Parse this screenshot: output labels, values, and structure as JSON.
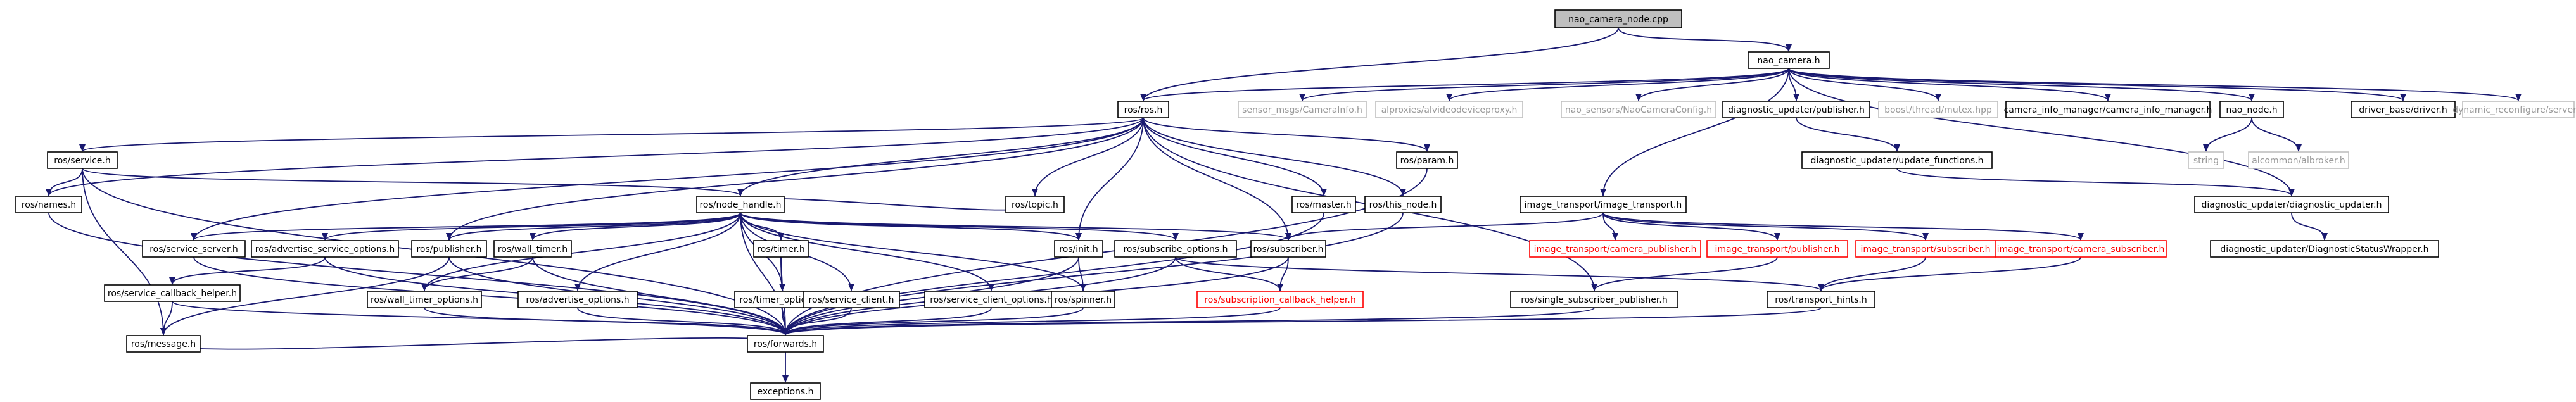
{
  "colors": {
    "edge": "#191970",
    "border_default": "#000000",
    "border_missing": "#bfbfbf",
    "border_truncated": "#ff0000",
    "fill_root": "#bfbfbf",
    "fill_default": "#ffffff",
    "text_default": "#000000",
    "text_missing": "#999999"
  },
  "graph": {
    "nodes": [
      {
        "id": "nao_camera_node_cpp",
        "label": "nao_camera_node.cpp",
        "kind": "root"
      },
      {
        "id": "nao_camera_h",
        "label": "nao_camera.h",
        "kind": "normal"
      },
      {
        "id": "ros_ros_h",
        "label": "ros/ros.h",
        "kind": "normal"
      },
      {
        "id": "sensor_msgs_camerainfo_h",
        "label": "sensor_msgs/CameraInfo.h",
        "kind": "missing"
      },
      {
        "id": "alproxies_alvideodeviceproxy_h",
        "label": "alproxies/alvideodeviceproxy.h",
        "kind": "missing"
      },
      {
        "id": "nao_sensors_naocameraconfig_h",
        "label": "nao_sensors/NaoCameraConfig.h",
        "kind": "missing"
      },
      {
        "id": "diag_updater_publisher_h",
        "label": "diagnostic_updater/publisher.h",
        "kind": "normal"
      },
      {
        "id": "boost_thread_mutex_hpp",
        "label": "boost/thread/mutex.hpp",
        "kind": "missing"
      },
      {
        "id": "camera_info_manager_h",
        "label": "camera_info_manager/camera_info_manager.h",
        "kind": "normal"
      },
      {
        "id": "nao_node_h",
        "label": "nao_node.h",
        "kind": "normal"
      },
      {
        "id": "driver_base_driver_h",
        "label": "driver_base/driver.h",
        "kind": "normal"
      },
      {
        "id": "dynamic_reconfigure_server_h",
        "label": "dynamic_reconfigure/server.h",
        "kind": "missing"
      },
      {
        "id": "ros_service_h",
        "label": "ros/service.h",
        "kind": "normal"
      },
      {
        "id": "ros_names_h",
        "label": "ros/names.h",
        "kind": "normal"
      },
      {
        "id": "ros_topic_h",
        "label": "ros/topic.h",
        "kind": "normal"
      },
      {
        "id": "ros_param_h",
        "label": "ros/param.h",
        "kind": "normal"
      },
      {
        "id": "diag_updater_update_functions_h",
        "label": "diagnostic_updater/update_functions.h",
        "kind": "normal"
      },
      {
        "id": "string",
        "label": "string",
        "kind": "missing"
      },
      {
        "id": "alcommon_albroker_h",
        "label": "alcommon/albroker.h",
        "kind": "missing"
      },
      {
        "id": "ros_node_handle_h",
        "label": "ros/node_handle.h",
        "kind": "normal"
      },
      {
        "id": "ros_master_h",
        "label": "ros/master.h",
        "kind": "normal"
      },
      {
        "id": "ros_this_node_h",
        "label": "ros/this_node.h",
        "kind": "normal"
      },
      {
        "id": "image_transport_image_transport_h",
        "label": "image_transport/image_transport.h",
        "kind": "normal"
      },
      {
        "id": "diag_updater_diagnostic_updater_h",
        "label": "diagnostic_updater/diagnostic_updater.h",
        "kind": "normal"
      },
      {
        "id": "ros_service_server_h",
        "label": "ros/service_server.h",
        "kind": "normal"
      },
      {
        "id": "ros_advertise_service_options_h",
        "label": "ros/advertise_service_options.h",
        "kind": "normal"
      },
      {
        "id": "ros_publisher_h",
        "label": "ros/publisher.h",
        "kind": "normal"
      },
      {
        "id": "ros_wall_timer_h",
        "label": "ros/wall_timer.h",
        "kind": "normal"
      },
      {
        "id": "ros_timer_h",
        "label": "ros/timer.h",
        "kind": "normal"
      },
      {
        "id": "ros_init_h",
        "label": "ros/init.h",
        "kind": "normal"
      },
      {
        "id": "ros_subscribe_options_h",
        "label": "ros/subscribe_options.h",
        "kind": "normal"
      },
      {
        "id": "ros_subscriber_h",
        "label": "ros/subscriber.h",
        "kind": "normal"
      },
      {
        "id": "image_transport_camera_publisher_h",
        "label": "image_transport/camera_publisher.h",
        "kind": "truncated"
      },
      {
        "id": "image_transport_publisher_h",
        "label": "image_transport/publisher.h",
        "kind": "truncated"
      },
      {
        "id": "image_transport_subscriber_h",
        "label": "image_transport/subscriber.h",
        "kind": "truncated"
      },
      {
        "id": "image_transport_camera_subscriber_h",
        "label": "image_transport/camera_subscriber.h",
        "kind": "truncated"
      },
      {
        "id": "diag_updater_diagnosticstatuswrapper_h",
        "label": "diagnostic_updater/DiagnosticStatusWrapper.h",
        "kind": "normal"
      },
      {
        "id": "ros_service_callback_helper_h",
        "label": "ros/service_callback_helper.h",
        "kind": "normal"
      },
      {
        "id": "ros_wall_timer_options_h",
        "label": "ros/wall_timer_options.h",
        "kind": "normal"
      },
      {
        "id": "ros_advertise_options_h",
        "label": "ros/advertise_options.h",
        "kind": "normal"
      },
      {
        "id": "ros_timer_options_h",
        "label": "ros/timer_options.h",
        "kind": "normal"
      },
      {
        "id": "ros_service_client_h",
        "label": "ros/service_client.h",
        "kind": "normal"
      },
      {
        "id": "ros_service_client_options_h",
        "label": "ros/service_client_options.h",
        "kind": "normal"
      },
      {
        "id": "ros_spinner_h",
        "label": "ros/spinner.h",
        "kind": "normal"
      },
      {
        "id": "ros_subscription_callback_helper_h",
        "label": "ros/subscription_callback_helper.h",
        "kind": "truncated"
      },
      {
        "id": "ros_single_subscriber_publisher_h",
        "label": "ros/single_subscriber_publisher.h",
        "kind": "normal"
      },
      {
        "id": "ros_transport_hints_h",
        "label": "ros/transport_hints.h",
        "kind": "normal"
      },
      {
        "id": "ros_message_h",
        "label": "ros/message.h",
        "kind": "normal"
      },
      {
        "id": "ros_forwards_h",
        "label": "ros/forwards.h",
        "kind": "normal"
      },
      {
        "id": "exceptions_h",
        "label": "exceptions.h",
        "kind": "normal"
      }
    ],
    "edges": [
      [
        "nao_camera_node_cpp",
        "nao_camera_h"
      ],
      [
        "nao_camera_node_cpp",
        "ros_ros_h"
      ],
      [
        "nao_camera_h",
        "ros_ros_h"
      ],
      [
        "nao_camera_h",
        "sensor_msgs_camerainfo_h"
      ],
      [
        "nao_camera_h",
        "alproxies_alvideodeviceproxy_h"
      ],
      [
        "nao_camera_h",
        "nao_sensors_naocameraconfig_h"
      ],
      [
        "nao_camera_h",
        "diag_updater_publisher_h"
      ],
      [
        "nao_camera_h",
        "boost_thread_mutex_hpp"
      ],
      [
        "nao_camera_h",
        "camera_info_manager_h"
      ],
      [
        "nao_camera_h",
        "nao_node_h"
      ],
      [
        "nao_camera_h",
        "driver_base_driver_h"
      ],
      [
        "nao_camera_h",
        "dynamic_reconfigure_server_h"
      ],
      [
        "nao_camera_h",
        "image_transport_image_transport_h"
      ],
      [
        "nao_camera_h",
        "diag_updater_diagnostic_updater_h"
      ],
      [
        "ros_ros_h",
        "ros_service_h"
      ],
      [
        "ros_ros_h",
        "ros_names_h"
      ],
      [
        "ros_ros_h",
        "ros_topic_h"
      ],
      [
        "ros_ros_h",
        "ros_param_h"
      ],
      [
        "ros_ros_h",
        "ros_node_handle_h"
      ],
      [
        "ros_ros_h",
        "ros_master_h"
      ],
      [
        "ros_ros_h",
        "ros_this_node_h"
      ],
      [
        "ros_ros_h",
        "ros_service_server_h"
      ],
      [
        "ros_ros_h",
        "ros_publisher_h"
      ],
      [
        "ros_ros_h",
        "ros_init_h"
      ],
      [
        "ros_ros_h",
        "ros_subscriber_h"
      ],
      [
        "ros_ros_h",
        "ros_single_subscriber_publisher_h"
      ],
      [
        "diag_updater_publisher_h",
        "diag_updater_update_functions_h"
      ],
      [
        "diag_updater_update_functions_h",
        "diag_updater_diagnostic_updater_h"
      ],
      [
        "nao_node_h",
        "string"
      ],
      [
        "nao_node_h",
        "alcommon_albroker_h"
      ],
      [
        "ros_service_h",
        "ros_names_h"
      ],
      [
        "ros_service_h",
        "ros_node_handle_h"
      ],
      [
        "ros_service_h",
        "ros_message_h"
      ],
      [
        "ros_service_h",
        "ros_forwards_h"
      ],
      [
        "ros_names_h",
        "ros_forwards_h"
      ],
      [
        "ros_topic_h",
        "ros_node_handle_h"
      ],
      [
        "ros_param_h",
        "ros_forwards_h"
      ],
      [
        "ros_master_h",
        "ros_forwards_h"
      ],
      [
        "ros_this_node_h",
        "ros_forwards_h"
      ],
      [
        "ros_node_handle_h",
        "ros_service_server_h"
      ],
      [
        "ros_node_handle_h",
        "ros_advertise_service_options_h"
      ],
      [
        "ros_node_handle_h",
        "ros_publisher_h"
      ],
      [
        "ros_node_handle_h",
        "ros_wall_timer_h"
      ],
      [
        "ros_node_handle_h",
        "ros_timer_h"
      ],
      [
        "ros_node_handle_h",
        "ros_init_h"
      ],
      [
        "ros_node_handle_h",
        "ros_subscribe_options_h"
      ],
      [
        "ros_node_handle_h",
        "ros_subscriber_h"
      ],
      [
        "ros_node_handle_h",
        "ros_wall_timer_options_h"
      ],
      [
        "ros_node_handle_h",
        "ros_advertise_options_h"
      ],
      [
        "ros_node_handle_h",
        "ros_timer_options_h"
      ],
      [
        "ros_node_handle_h",
        "ros_service_client_h"
      ],
      [
        "ros_node_handle_h",
        "ros_service_client_options_h"
      ],
      [
        "ros_node_handle_h",
        "ros_spinner_h"
      ],
      [
        "ros_node_handle_h",
        "ros_forwards_h"
      ],
      [
        "image_transport_image_transport_h",
        "image_transport_camera_publisher_h"
      ],
      [
        "image_transport_image_transport_h",
        "image_transport_publisher_h"
      ],
      [
        "image_transport_image_transport_h",
        "image_transport_subscriber_h"
      ],
      [
        "image_transport_image_transport_h",
        "image_transport_camera_subscriber_h"
      ],
      [
        "image_transport_image_transport_h",
        "ros_subscriber_h"
      ],
      [
        "diag_updater_diagnostic_updater_h",
        "diag_updater_diagnosticstatuswrapper_h"
      ],
      [
        "ros_service_server_h",
        "ros_forwards_h"
      ],
      [
        "ros_advertise_service_options_h",
        "ros_service_callback_helper_h"
      ],
      [
        "ros_advertise_service_options_h",
        "ros_forwards_h"
      ],
      [
        "ros_publisher_h",
        "ros_message_h"
      ],
      [
        "ros_publisher_h",
        "ros_forwards_h"
      ],
      [
        "ros_wall_timer_h",
        "ros_wall_timer_options_h"
      ],
      [
        "ros_wall_timer_h",
        "ros_forwards_h"
      ],
      [
        "ros_timer_h",
        "ros_timer_options_h"
      ],
      [
        "ros_timer_h",
        "ros_forwards_h"
      ],
      [
        "ros_init_h",
        "ros_spinner_h"
      ],
      [
        "ros_init_h",
        "ros_forwards_h"
      ],
      [
        "ros_subscribe_options_h",
        "ros_subscription_callback_helper_h"
      ],
      [
        "ros_subscribe_options_h",
        "ros_transport_hints_h"
      ],
      [
        "ros_subscribe_options_h",
        "ros_forwards_h"
      ],
      [
        "ros_subscriber_h",
        "ros_subscription_callback_helper_h"
      ],
      [
        "ros_subscriber_h",
        "ros_forwards_h"
      ],
      [
        "image_transport_publisher_h",
        "ros_single_subscriber_publisher_h"
      ],
      [
        "image_transport_subscriber_h",
        "ros_transport_hints_h"
      ],
      [
        "image_transport_camera_subscriber_h",
        "ros_transport_hints_h"
      ],
      [
        "ros_service_callback_helper_h",
        "ros_message_h"
      ],
      [
        "ros_service_callback_helper_h",
        "ros_forwards_h"
      ],
      [
        "ros_wall_timer_options_h",
        "ros_forwards_h"
      ],
      [
        "ros_advertise_options_h",
        "ros_forwards_h"
      ],
      [
        "ros_timer_options_h",
        "ros_forwards_h"
      ],
      [
        "ros_service_client_h",
        "ros_forwards_h"
      ],
      [
        "ros_service_client_options_h",
        "ros_forwards_h"
      ],
      [
        "ros_spinner_h",
        "ros_forwards_h"
      ],
      [
        "ros_subscription_callback_helper_h",
        "ros_forwards_h"
      ],
      [
        "ros_single_subscriber_publisher_h",
        "ros_forwards_h"
      ],
      [
        "ros_transport_hints_h",
        "ros_forwards_h"
      ],
      [
        "ros_message_h",
        "ros_forwards_h"
      ],
      [
        "ros_forwards_h",
        "exceptions_h"
      ]
    ]
  }
}
